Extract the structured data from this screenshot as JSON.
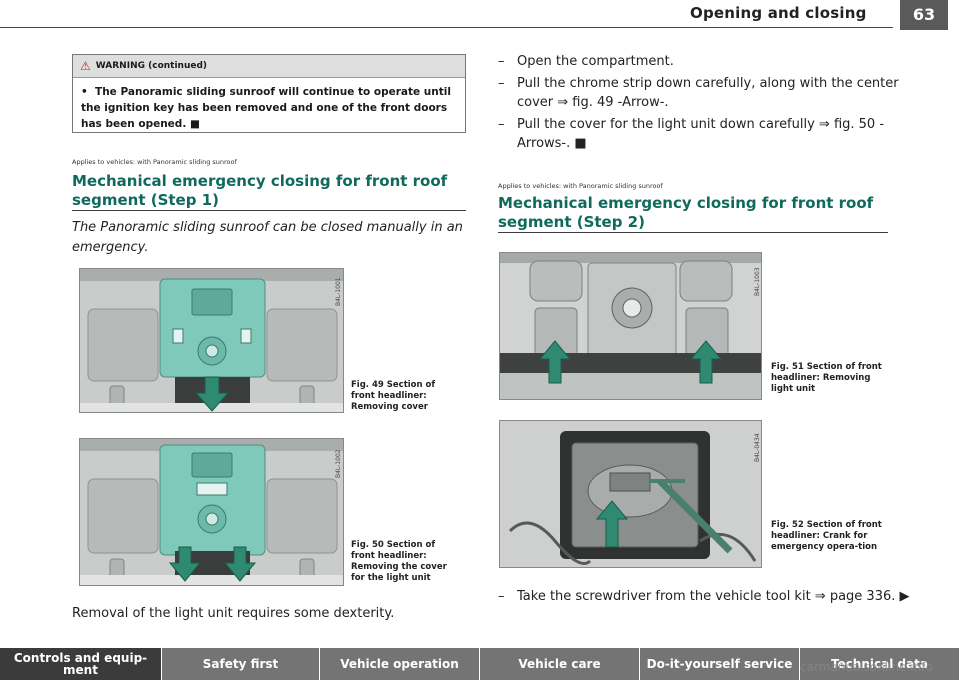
{
  "header": {
    "title": "Opening and closing",
    "page_number": "63"
  },
  "warning": {
    "label": "WARNING (continued)",
    "bullet": "•",
    "text": "The Panoramic sliding sunroof will continue to operate until the ignition key has been removed and one of the front doors has been opened. ■"
  },
  "left": {
    "applies": "Applies to vehicles: with Panoramic sliding sunroof",
    "title": "Mechanical emergency closing for front roof segment (Step 1)",
    "intro": "The Panoramic sliding sunroof can be closed manually in an emergency.",
    "figures": [
      {
        "code": "B4L-1001",
        "caption": "Fig. 49  Section of front headliner: Removing cover"
      },
      {
        "code": "B4L-1002",
        "caption": "Fig. 50  Section of front headliner: Removing the cover for the light unit"
      }
    ],
    "body": "Removal of the light unit requires some dexterity."
  },
  "right": {
    "steps": [
      "Open the compartment.",
      "Pull the chrome strip down carefully, along with the center cover ⇒ fig. 49 -Arrow-.",
      "Pull the cover for the light unit down carefully ⇒ fig. 50 -Arrows-. ■"
    ],
    "applies": "Applies to vehicles: with Panoramic sliding sunroof",
    "title": "Mechanical emergency closing for front roof segment (Step 2)",
    "figures": [
      {
        "code": "B4L-1003",
        "caption": "Fig. 51  Section of front headliner: Removing light unit"
      },
      {
        "code": "B4L-0434",
        "caption": "Fig. 52  Section of front headliner: Crank for emergency opera-tion"
      }
    ],
    "final_step": "Take the screwdriver from the vehicle tool kit ⇒ page 336. ▶"
  },
  "footer": {
    "tabs": [
      "Controls and equip- ment",
      "Safety first",
      "Vehicle operation",
      "Vehicle care",
      "Do-it-yourself service",
      "Technical data"
    ]
  },
  "watermark": "carmanualsonline.info",
  "colors": {
    "heading": "#0f6a5c",
    "highlight": "#7fc9bb",
    "arrow": "#2f8a72",
    "tab": "#747474",
    "tab_active": "#3b3b3b"
  }
}
